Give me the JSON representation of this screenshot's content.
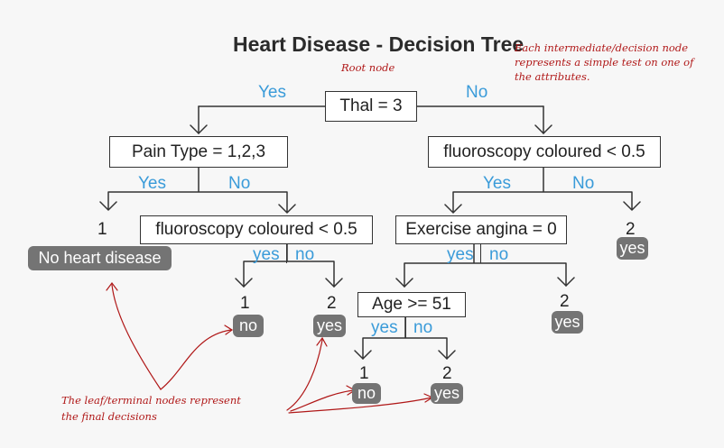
{
  "title": "Heart Disease - Decision Tree",
  "annotations": {
    "root": "Root node",
    "decision": [
      "Each intermediate/decision node",
      "represents a simple test on one of",
      "the attributes."
    ],
    "leaf": [
      "The leaf/terminal nodes represent",
      "the final decisions"
    ]
  },
  "nodes": {
    "root": "Thal = 3",
    "pain": "Pain Type = 1,2,3",
    "fluoro_right": "fluoroscopy coloured < 0.5",
    "fluoro_left": "fluoroscopy coloured < 0.5",
    "exercise": "Exercise angina = 0",
    "age": "Age >= 51"
  },
  "edge_labels": {
    "root_yes": "Yes",
    "root_no": "No",
    "pain_yes": "Yes",
    "pain_no": "No",
    "fluoro_right_yes": "Yes",
    "fluoro_right_no": "No",
    "fluoro_left_yes": "yes",
    "fluoro_left_no": "no",
    "exercise_yes": "yes",
    "exercise_no": "no",
    "age_yes": "yes",
    "age_no": "no"
  },
  "leaves": {
    "pain_yes_num": "1",
    "pain_yes_label": "No heart disease",
    "fl_yes_num": "1",
    "fl_yes_label": "no",
    "fl_no_num": "2",
    "fl_no_label": "yes",
    "fr_no_num": "2",
    "fr_no_label": "yes",
    "ex_no_num": "2",
    "ex_no_label": "yes",
    "age_yes_num": "1",
    "age_yes_label": "no",
    "age_no_num": "2",
    "age_no_label": "yes"
  }
}
